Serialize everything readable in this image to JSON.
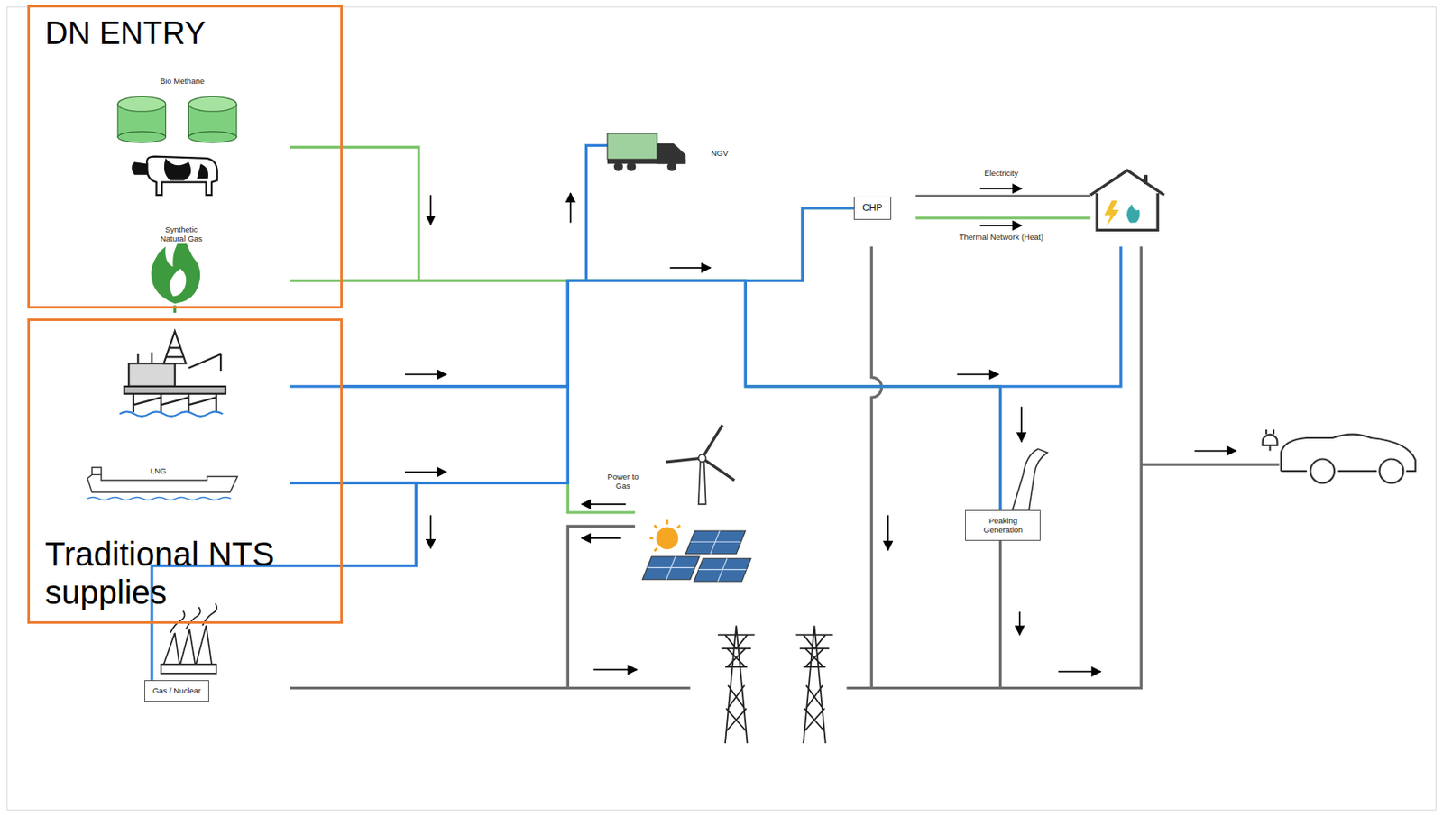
{
  "diagram": {
    "nodes": [
      {
        "text": [
          "DN ENTRY"
        ]
      },
      {
        "text": [
          "CHP"
        ]
      },
      {
        "text": [
          "Traditional NTS supplies"
        ]
      },
      {
        "text": [
          "Peaking Generation"
        ]
      },
      {
        "text": [
          "Gas / Nuclear"
        ]
      }
    ],
    "edges": [
      {
        "from": 0,
        "to": 1,
        "arrow": "none"
      },
      {
        "from": 2,
        "to": 1,
        "arrow": "none"
      },
      {
        "from": 2,
        "to": 4,
        "arrow": "none"
      },
      {
        "from": 0,
        "to": 3,
        "arrow": "none"
      },
      {
        "from": 2,
        "to": 3,
        "arrow": "none"
      }
    ],
    "labels": [
      "Bio Methane",
      "Synthetic Natural Gas",
      "NGV",
      "Electricity",
      "Thermal Network (Heat)",
      "LNG",
      "Power to Gas"
    ]
  }
}
